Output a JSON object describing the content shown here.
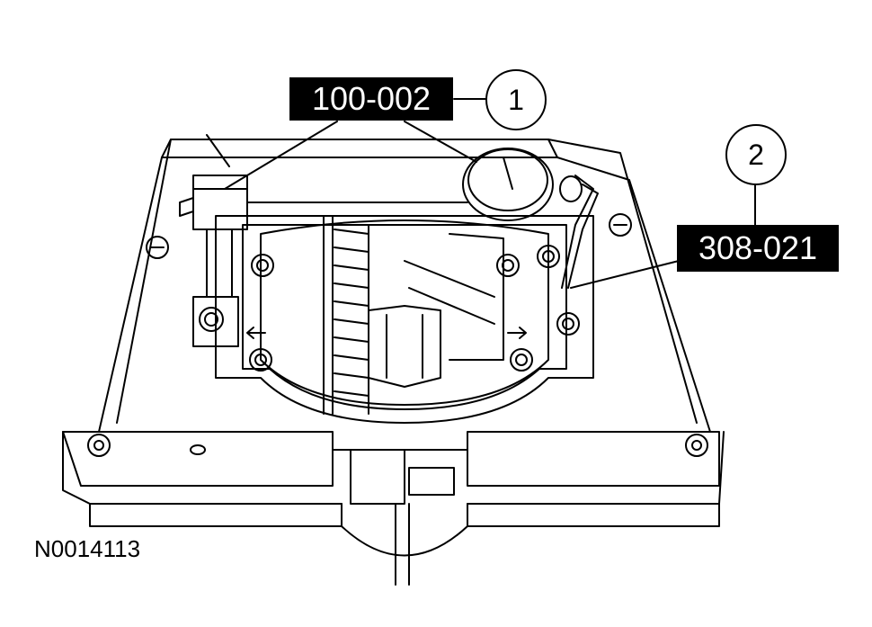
{
  "callouts": [
    {
      "number": "1",
      "tool": "100-002"
    },
    {
      "number": "2",
      "tool": "308-021"
    }
  ],
  "figure_id": "N0014113",
  "colors": {
    "line": "#000000",
    "label_bg": "#000000",
    "label_text": "#ffffff",
    "paper": "#ffffff"
  }
}
